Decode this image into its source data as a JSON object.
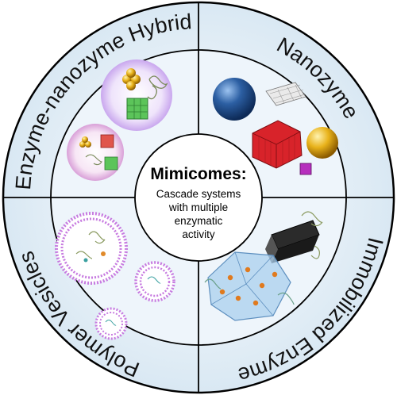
{
  "center": {
    "title": "Mimicomes:",
    "lines": [
      "Cascade systems",
      "with multiple",
      "enzymatic",
      "activity"
    ]
  },
  "quadrants": {
    "top_left": "Enzyme-nanozyme Hybrid",
    "top_right": "Nanozyme",
    "bottom_right": "Immobilized Enzyme",
    "bottom_left": "Polymer Vesicles"
  },
  "colors": {
    "ring_fill": "#eaf2f8",
    "inner_fill": "#e6f1fa",
    "outline": "#000000",
    "accent_blue": "#2c5fa3",
    "accent_red": "#d8232a",
    "accent_gold": "#e8b21a",
    "accent_purple": "#c77be0"
  }
}
